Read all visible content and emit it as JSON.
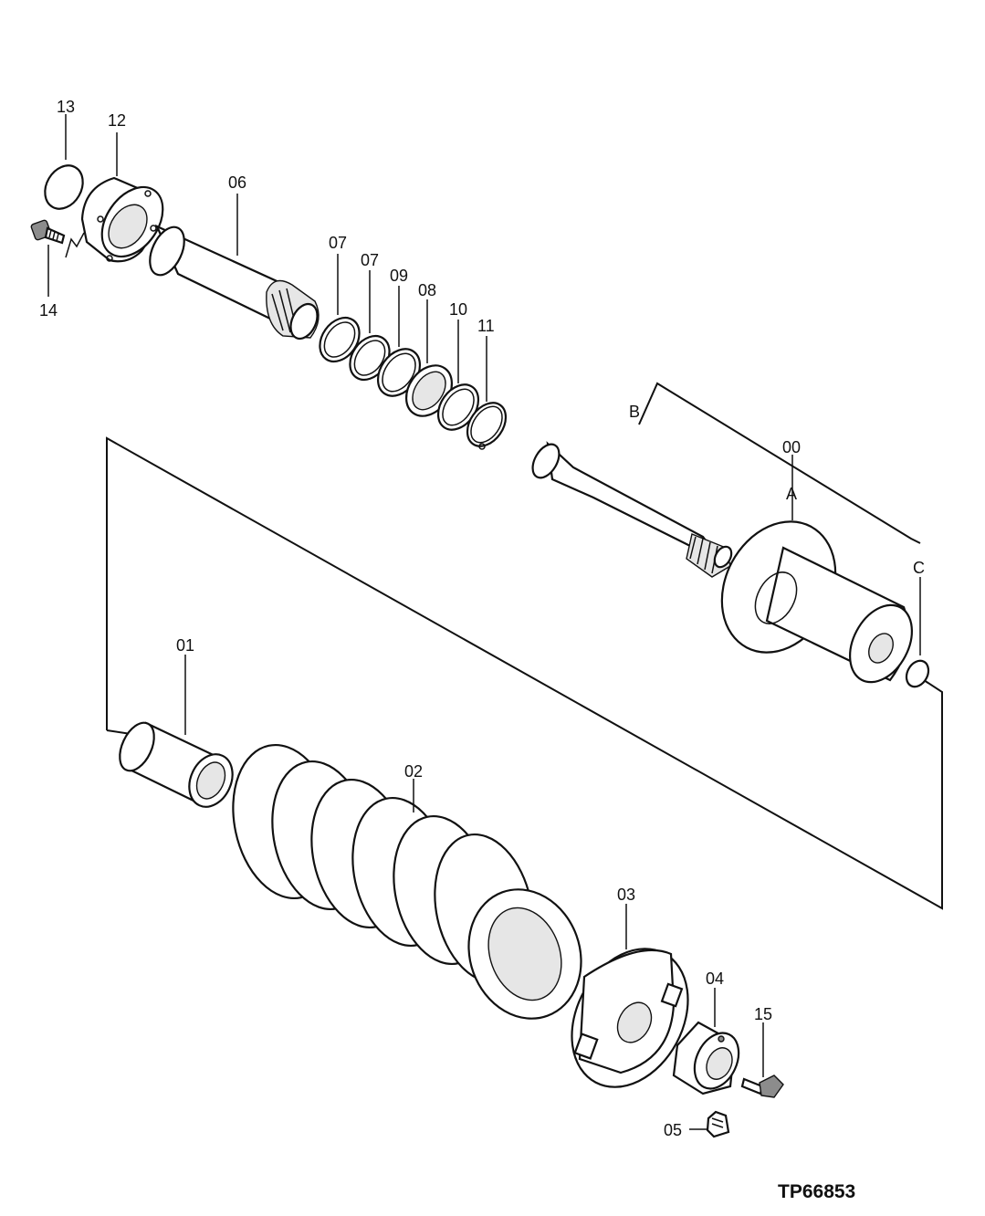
{
  "diagram": {
    "reference_code": "TP66853",
    "callouts": {
      "c13": "13",
      "c12": "12",
      "c14": "14",
      "c06": "06",
      "c07a": "07",
      "c07b": "07",
      "c09": "09",
      "c08": "08",
      "c10": "10",
      "c11": "11",
      "cB": "B",
      "c00": "00",
      "cA": "A",
      "cC": "C",
      "c01": "01",
      "c02": "02",
      "c03": "03",
      "c04": "04",
      "c15": "15",
      "c05": "05"
    }
  }
}
